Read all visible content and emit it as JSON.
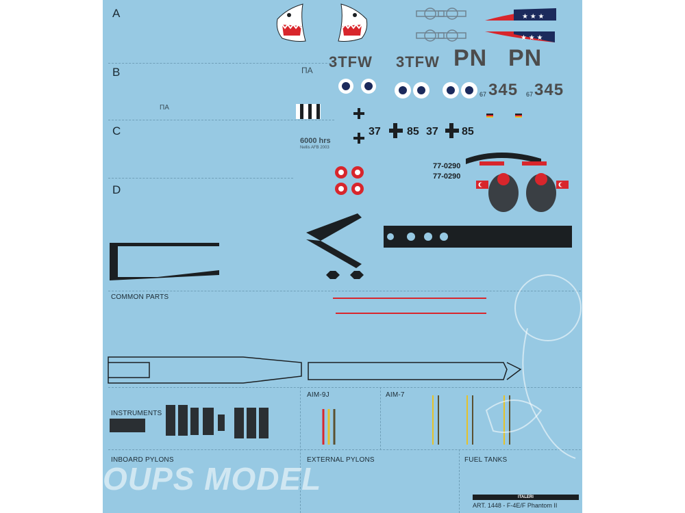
{
  "rows": {
    "a": "A",
    "b": "B",
    "c": "C",
    "d": "D"
  },
  "sections": {
    "common": "COMMON PARTS",
    "instruments": "INSTRUMENTS",
    "aim9": "AIM-9J",
    "aim7": "AIM-7",
    "inboard": "INBOARD PYLONS",
    "external": "EXTERNAL PYLONS",
    "fuel": "FUEL TANKS"
  },
  "markings": {
    "tfw1": "3TFW",
    "tfw2": "3TFW",
    "pn1": "PN",
    "pn2": "PN",
    "serial1_prefix": "67",
    "serial1": "345",
    "serial2_prefix": "67",
    "serial2": "345",
    "c37a": "37",
    "c85a": "85",
    "c37b": "37",
    "c85b": "85",
    "tk1": "77-0290",
    "tk2": "77-0290",
    "hrs": "6000 hrs",
    "hrs_sub": "Nellis AFB 2003",
    "pa1": "ΠΑ",
    "pa2": "ΠΑ"
  },
  "footer": {
    "text": "ART. 1448 - F-4E/F Phantom II",
    "brand": "ITALERI"
  },
  "watermark": "OUPS MODEL",
  "colors": {
    "sheet": "#97c9e3",
    "dark": "#1b1f22",
    "red": "#d8262c",
    "navy": "#1b2a5c",
    "grey": "#4c4c4c",
    "yellow": "#e6c229"
  }
}
